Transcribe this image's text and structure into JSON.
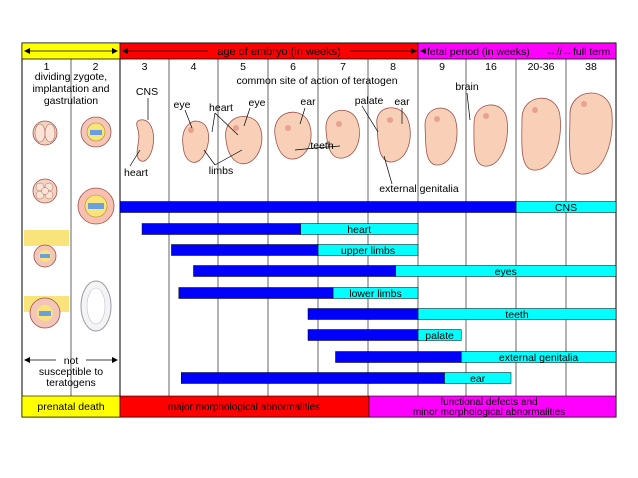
{
  "header": {
    "left_label": "",
    "embryo_label": "age of embryo (in weeks)",
    "fetal_label": "fetal period (in weeks)",
    "full_term_label": "full term"
  },
  "weeks": [
    "1",
    "2",
    "3",
    "4",
    "5",
    "6",
    "7",
    "8",
    "9",
    "16",
    "20-36",
    "38"
  ],
  "early_stage_label": [
    "dividing zygote,",
    "implantation and",
    "gastrulation"
  ],
  "teratogen_label": "common site of action of teratogen",
  "illustration_labels": {
    "cns": "CNS",
    "heart_left": "heart",
    "eye_1": "eye",
    "heart_top": "heart",
    "eye_2": "eye",
    "limbs": "limbs",
    "ear_1": "ear",
    "teeth": "teeth",
    "palate": "palate",
    "ear_2": "ear",
    "external_genitalia": "external genitalia",
    "brain": "brain"
  },
  "not_susceptible": [
    "not",
    "susceptible to",
    "teratogens"
  ],
  "bars": [
    {
      "label": "CNS",
      "start_week_index": 2,
      "dark_end_index": 10,
      "light_end_index": 12
    },
    {
      "label": "heart",
      "start_week_index": 2.45,
      "dark_end_index": 5.65,
      "light_end_index": 8
    },
    {
      "label": "upper limbs",
      "start_week_index": 3.05,
      "dark_end_index": 6,
      "light_end_index": 8
    },
    {
      "label": "eyes",
      "start_week_index": 3.5,
      "dark_end_index": 7.55,
      "light_end_index": 12
    },
    {
      "label": "lower limbs",
      "start_week_index": 3.2,
      "dark_end_index": 6.3,
      "light_end_index": 8
    },
    {
      "label": "teeth",
      "start_week_index": 5.8,
      "dark_end_index": 8,
      "light_end_index": 12
    },
    {
      "label": "palate",
      "start_week_index": 5.8,
      "dark_end_index": 8,
      "light_end_index": 8.9
    },
    {
      "label": "external genitalia",
      "start_week_index": 6.35,
      "dark_end_index": 8.9,
      "light_end_index": 12
    },
    {
      "label": "ear",
      "start_week_index": 3.25,
      "dark_end_index": 8.55,
      "light_end_index": 9.9
    }
  ],
  "footer": {
    "prenatal_death": "prenatal death",
    "major": "major morphological abnormalities",
    "functional_1": "functional defects and",
    "functional_2": "minor morphological abnormalities"
  },
  "colors": {
    "yellow": "#ffff00",
    "red": "#ff0000",
    "magenta": "#ff00ff",
    "dark_bar": "#0000ff",
    "light_bar": "#00ffff",
    "embryo": "#f8d0b8",
    "embryo_outline": "#a0504a"
  }
}
